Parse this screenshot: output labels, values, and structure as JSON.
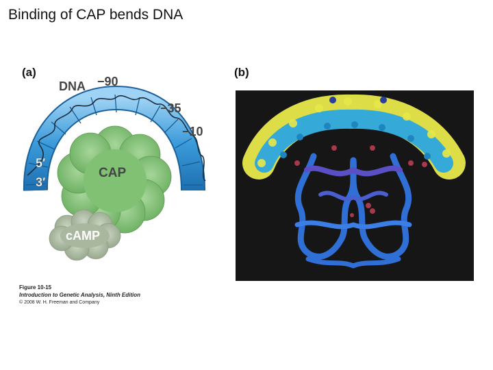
{
  "slide": {
    "title": "Binding of CAP bends DNA"
  },
  "panel_a": {
    "letter": "(a)",
    "dna_label": "DNA",
    "pos_90": "−90",
    "pos_35": "−35",
    "pos_10": "−10",
    "five_prime": "5′",
    "three_prime": "3′",
    "cap_label": "CAP",
    "camp_label": "cAMP"
  },
  "panel_b": {
    "letter": "(b)"
  },
  "caption": {
    "figure": "Figure 10-15",
    "book": "Introduction to Genetic Analysis, Ninth Edition",
    "copyright": "© 2008 W. H. Freeman and Company"
  },
  "colors": {
    "dna_blue": "#3a9ad9",
    "cap_green": "#7fbf73",
    "camp_gray": "#a6b59c",
    "model_bg": "#161616",
    "model_yellow": "#e8e84a",
    "model_cyan": "#35a9d8",
    "model_protein": "#2f6fd6",
    "model_purple": "#5a4fc4",
    "model_red": "#a8384a"
  }
}
